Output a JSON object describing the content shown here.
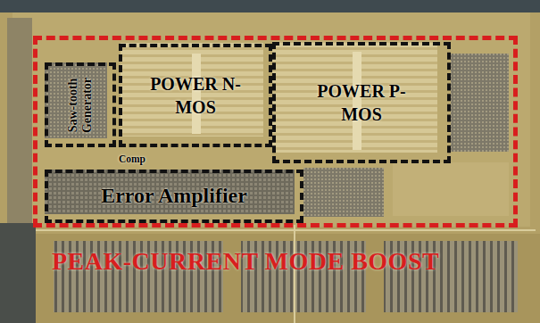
{
  "diagram": {
    "nodes": [
      {
        "text": [
          "PEAK-CURRENT MODE BOOST"
        ]
      },
      {
        "text": [
          "Saw-tooth Generator"
        ],
        "in": 0
      },
      {
        "text": [
          "POWER N-MOS"
        ],
        "in": 0
      },
      {
        "text": [
          "POWER P-MOS"
        ],
        "in": 0
      },
      {
        "text": [
          "Comp"
        ],
        "in": 0
      },
      {
        "text": [
          "Error Amplifier"
        ],
        "in": 0
      }
    ]
  }
}
